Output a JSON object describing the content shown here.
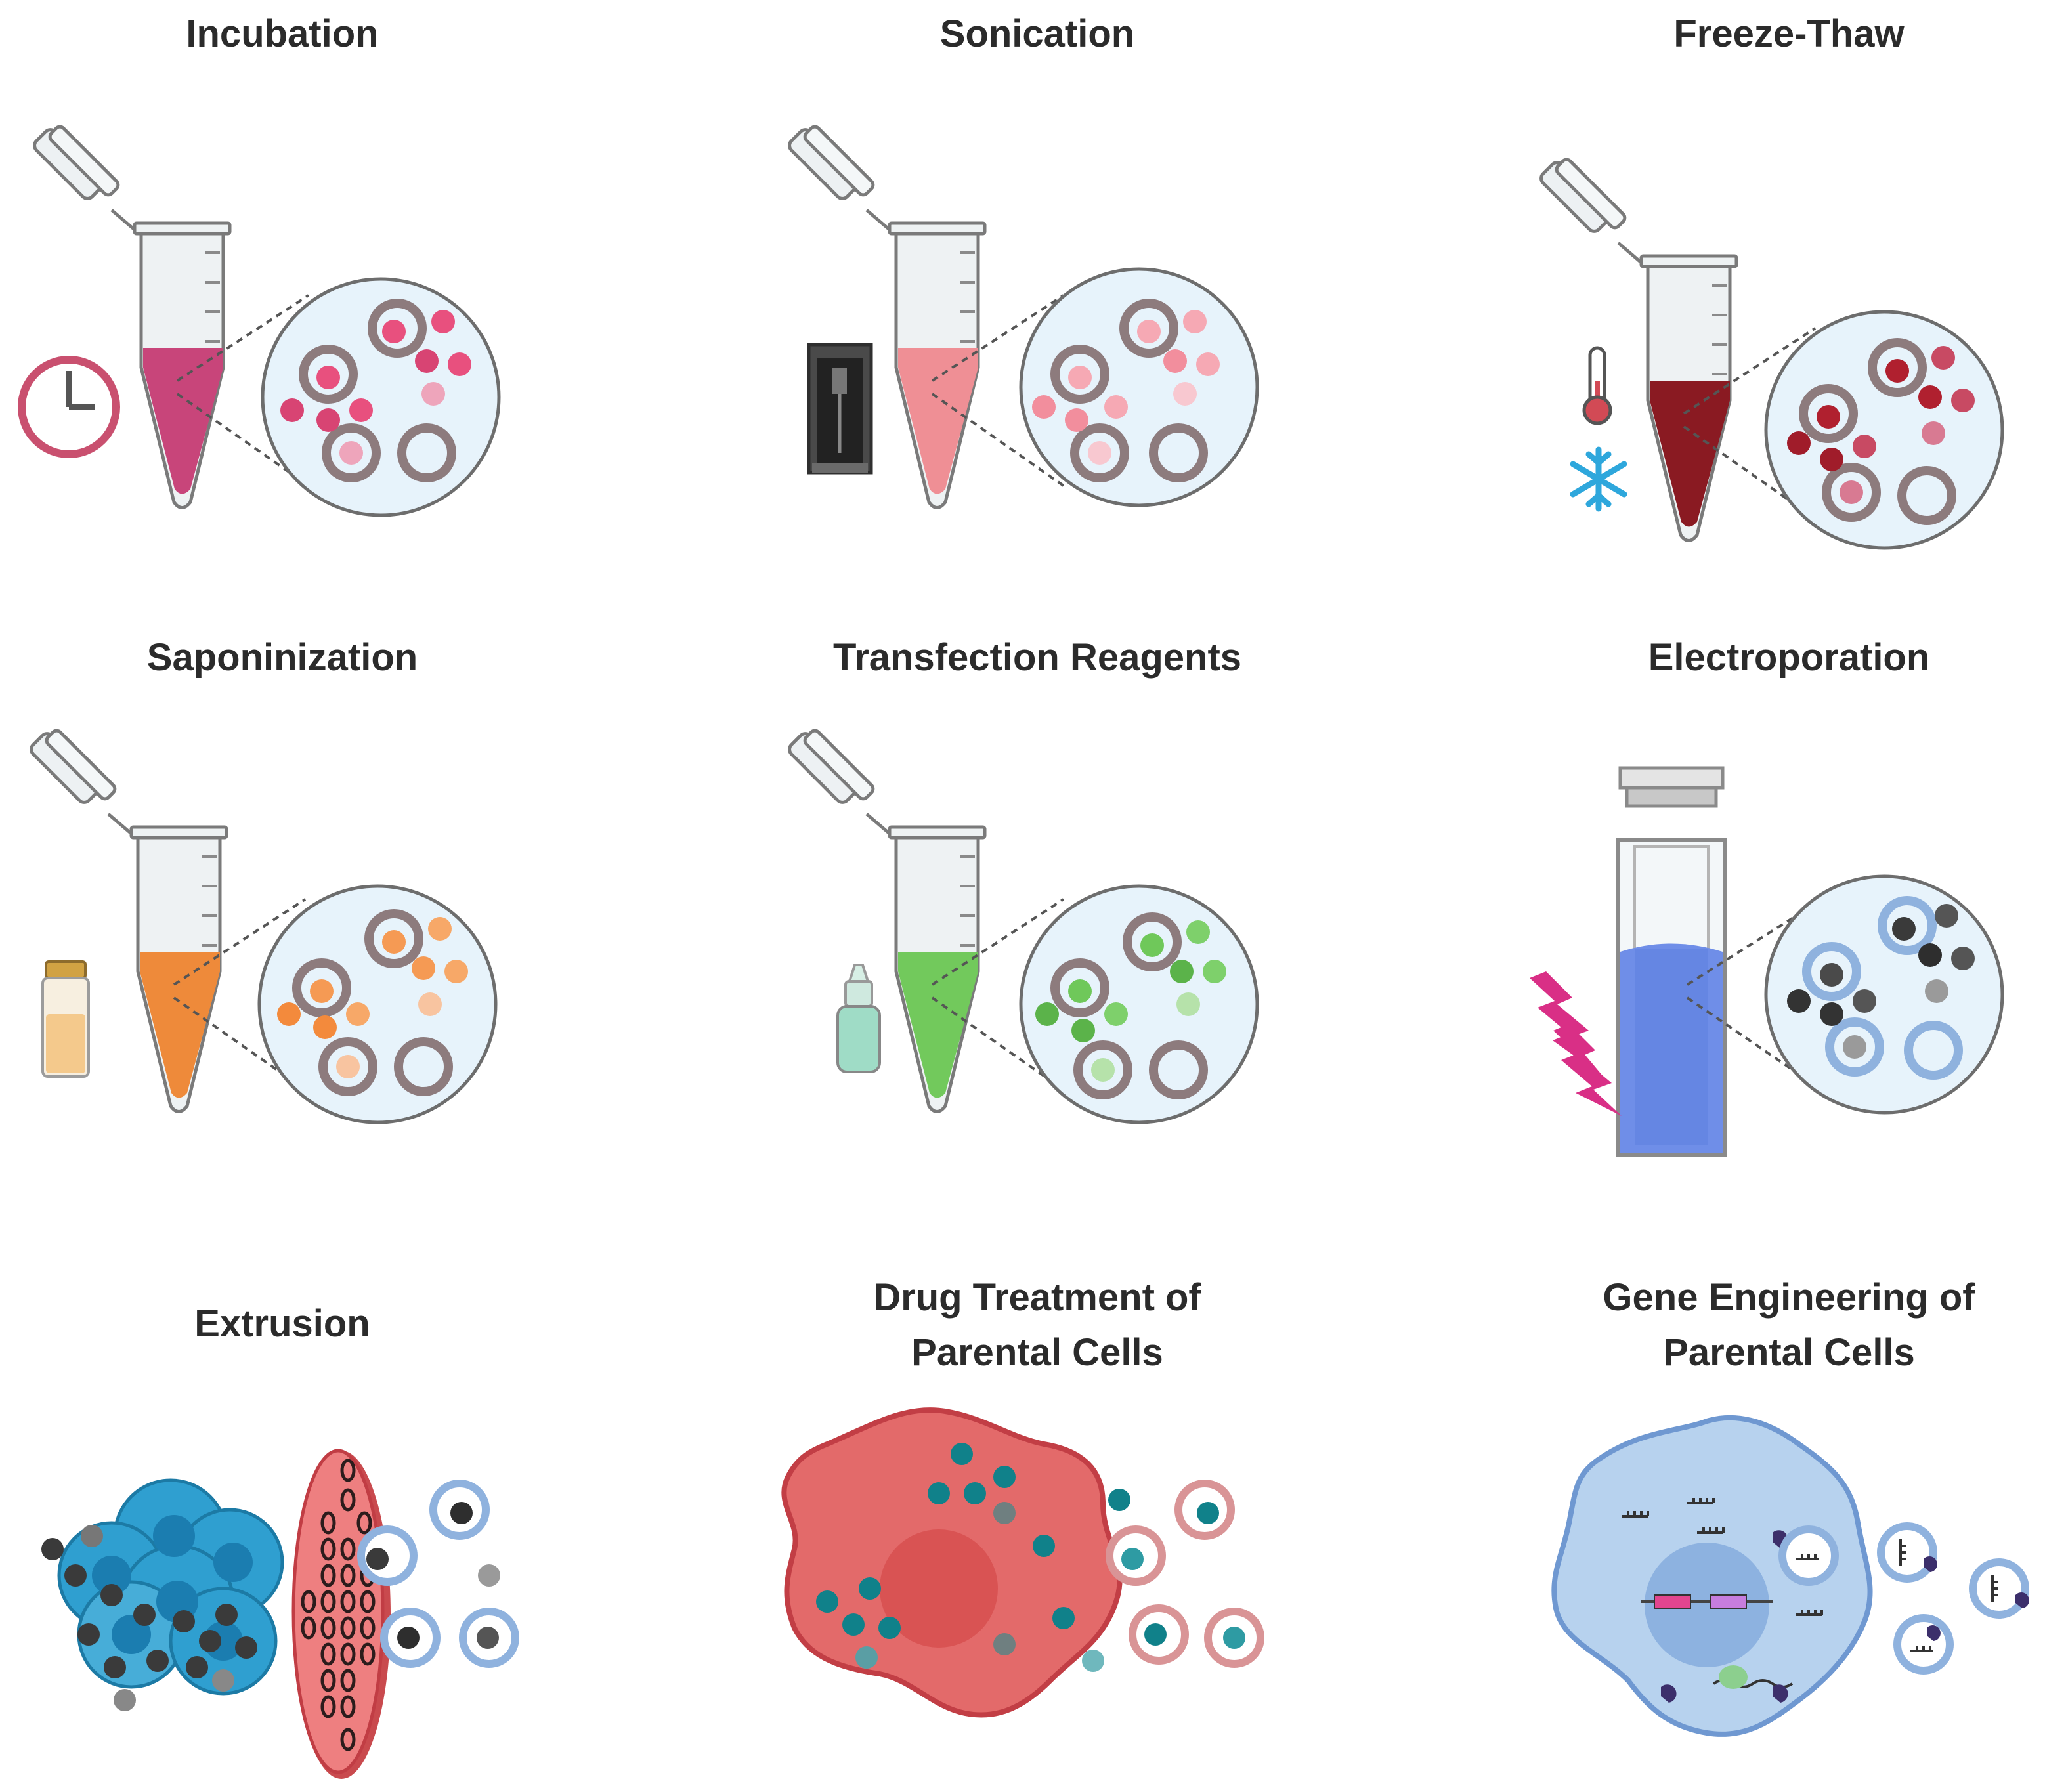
{
  "panels": {
    "incubation": "Incubation",
    "sonication": "Sonication",
    "freeze_thaw": "Freeze-Thaw",
    "saponinization": "Saponinization",
    "transfection": "Transfection Reagents",
    "electroporation": "Electroporation",
    "extrusion": "Extrusion",
    "drug_treatment": "Drug Treatment of\nParental Cells",
    "gene_engineering": "Gene Engineering of\nParental Cells"
  },
  "colors": {
    "incubation_liquid": "#c8457a",
    "sonication_liquid": "#ef8f95",
    "freeze_thaw_liquid": "#8a1a22",
    "saponinization_liquid": "#ee8a3a",
    "transfection_liquid": "#72c95c",
    "electroporation_liquid": "#6f8ee8",
    "vesicle_ring": "#8d7b7d",
    "magnifier_fill": "#e7f3fb",
    "cell_blue": "#2f9fd0",
    "filter_red": "#ee7f80",
    "drug_cell": "#e36a6a",
    "drug_particle": "#10818a",
    "gene_cell": "#b7d2ee"
  },
  "icons": [
    "clock-icon",
    "sonicator-icon",
    "thermometer-icon",
    "snowflake-icon",
    "vial-icon",
    "dropper-bottle-icon",
    "lightning-icon",
    "cuvette-icon"
  ]
}
